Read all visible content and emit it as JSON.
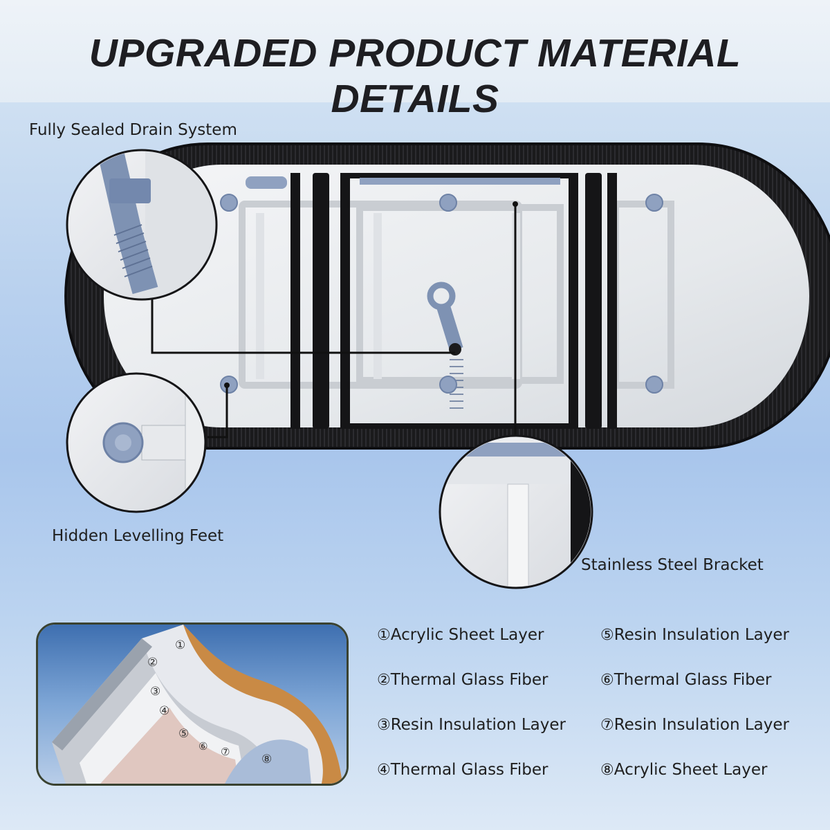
{
  "title": "UPGRADED PRODUCT MATERIAL DETAILS",
  "callouts": {
    "drain": "Fully Sealed Drain System",
    "feet": "Hidden Levelling Feet",
    "bracket": "Stainless Steel Bracket"
  },
  "layer_markers": [
    "①",
    "②",
    "③",
    "④",
    "⑤",
    "⑥",
    "⑦",
    "⑧"
  ],
  "layers": [
    {
      "num": "①",
      "label": "Acrylic Sheet Layer"
    },
    {
      "num": "②",
      "label": "Thermal Glass Fiber"
    },
    {
      "num": "③",
      "label": "Resin Insulation Layer"
    },
    {
      "num": "④",
      "label": "Thermal Glass Fiber"
    },
    {
      "num": "⑤",
      "label": "Resin Insulation Layer"
    },
    {
      "num": "⑥",
      "label": "Thermal Glass Fiber"
    },
    {
      "num": "⑦",
      "label": "Resin Insulation Layer"
    },
    {
      "num": "⑧",
      "label": "Acrylic Sheet Layer"
    }
  ],
  "colors": {
    "tub_frame": "#151517",
    "hose": "#7e92b3",
    "tub_inner": "#e9ecef"
  }
}
